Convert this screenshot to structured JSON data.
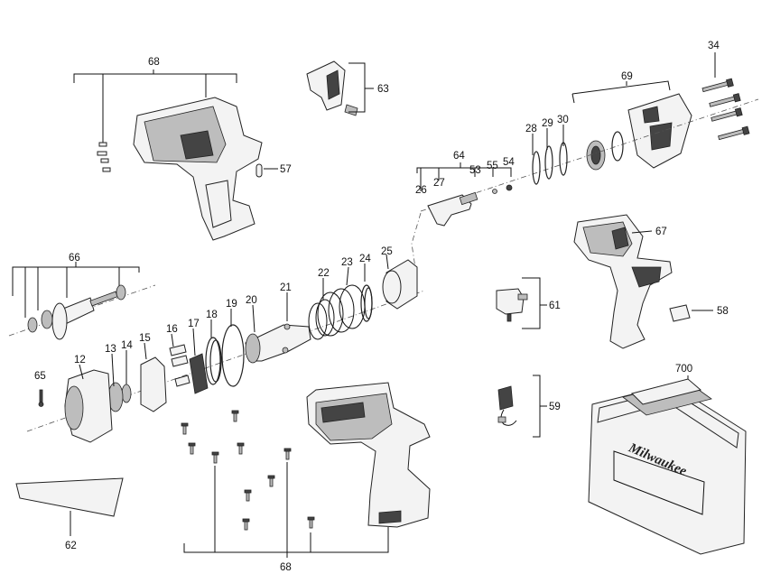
{
  "callouts": {
    "c68a": "68",
    "c63": "63",
    "c34": "34",
    "c69": "69",
    "c57": "57",
    "c64": "64",
    "c28": "28",
    "c29": "29",
    "c30": "30",
    "c53": "53",
    "c55": "55",
    "c54": "54",
    "c26": "26",
    "c27": "27",
    "c67": "67",
    "c66": "66",
    "c25": "25",
    "c24": "24",
    "c23": "23",
    "c22": "22",
    "c21": "21",
    "c20": "20",
    "c19": "19",
    "c18": "18",
    "c17": "17",
    "c16": "16",
    "c15": "15",
    "c14": "14",
    "c13": "13",
    "c12": "12",
    "c65": "65",
    "c61": "61",
    "c58": "58",
    "c700": "700",
    "c59": "59",
    "c62": "62",
    "c68b": "68"
  },
  "case_brand": "Milwaukee"
}
